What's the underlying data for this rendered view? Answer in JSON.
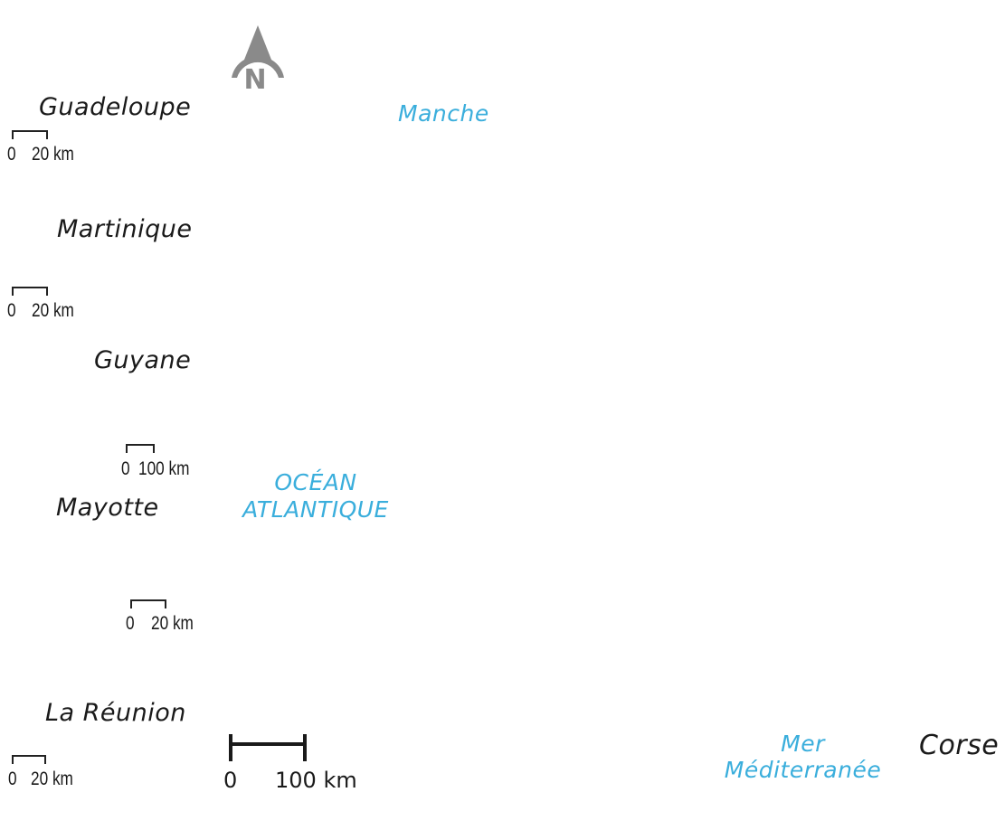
{
  "north_arrow": {
    "letter": "N",
    "color": "#8a8a8a"
  },
  "territories": {
    "guadeloupe": "Guadeloupe",
    "martinique": "Martinique",
    "guyane": "Guyane",
    "mayotte": "Mayotte",
    "reunion": "La Réunion",
    "corse": "Corse"
  },
  "seas": {
    "manche": "Manche",
    "ocean_line1": "OCÉAN",
    "ocean_line2": "ATLANTIQUE",
    "mer_line1": "Mer",
    "mer_line2": "Méditerranée"
  },
  "scalebars": {
    "guadeloupe": {
      "zero": "0",
      "dist": "20 km"
    },
    "martinique": {
      "zero": "0",
      "dist": "20 km"
    },
    "guyane": {
      "zero": "0",
      "dist": "100 km"
    },
    "mayotte": {
      "zero": "0",
      "dist": "20 km"
    },
    "reunion": {
      "zero": "0",
      "dist": "20 km"
    },
    "metropole": {
      "zero": "0",
      "dist": "100 km"
    }
  },
  "colors": {
    "sea_label": "#3aaedc",
    "territory_label": "#1a1a1a"
  }
}
